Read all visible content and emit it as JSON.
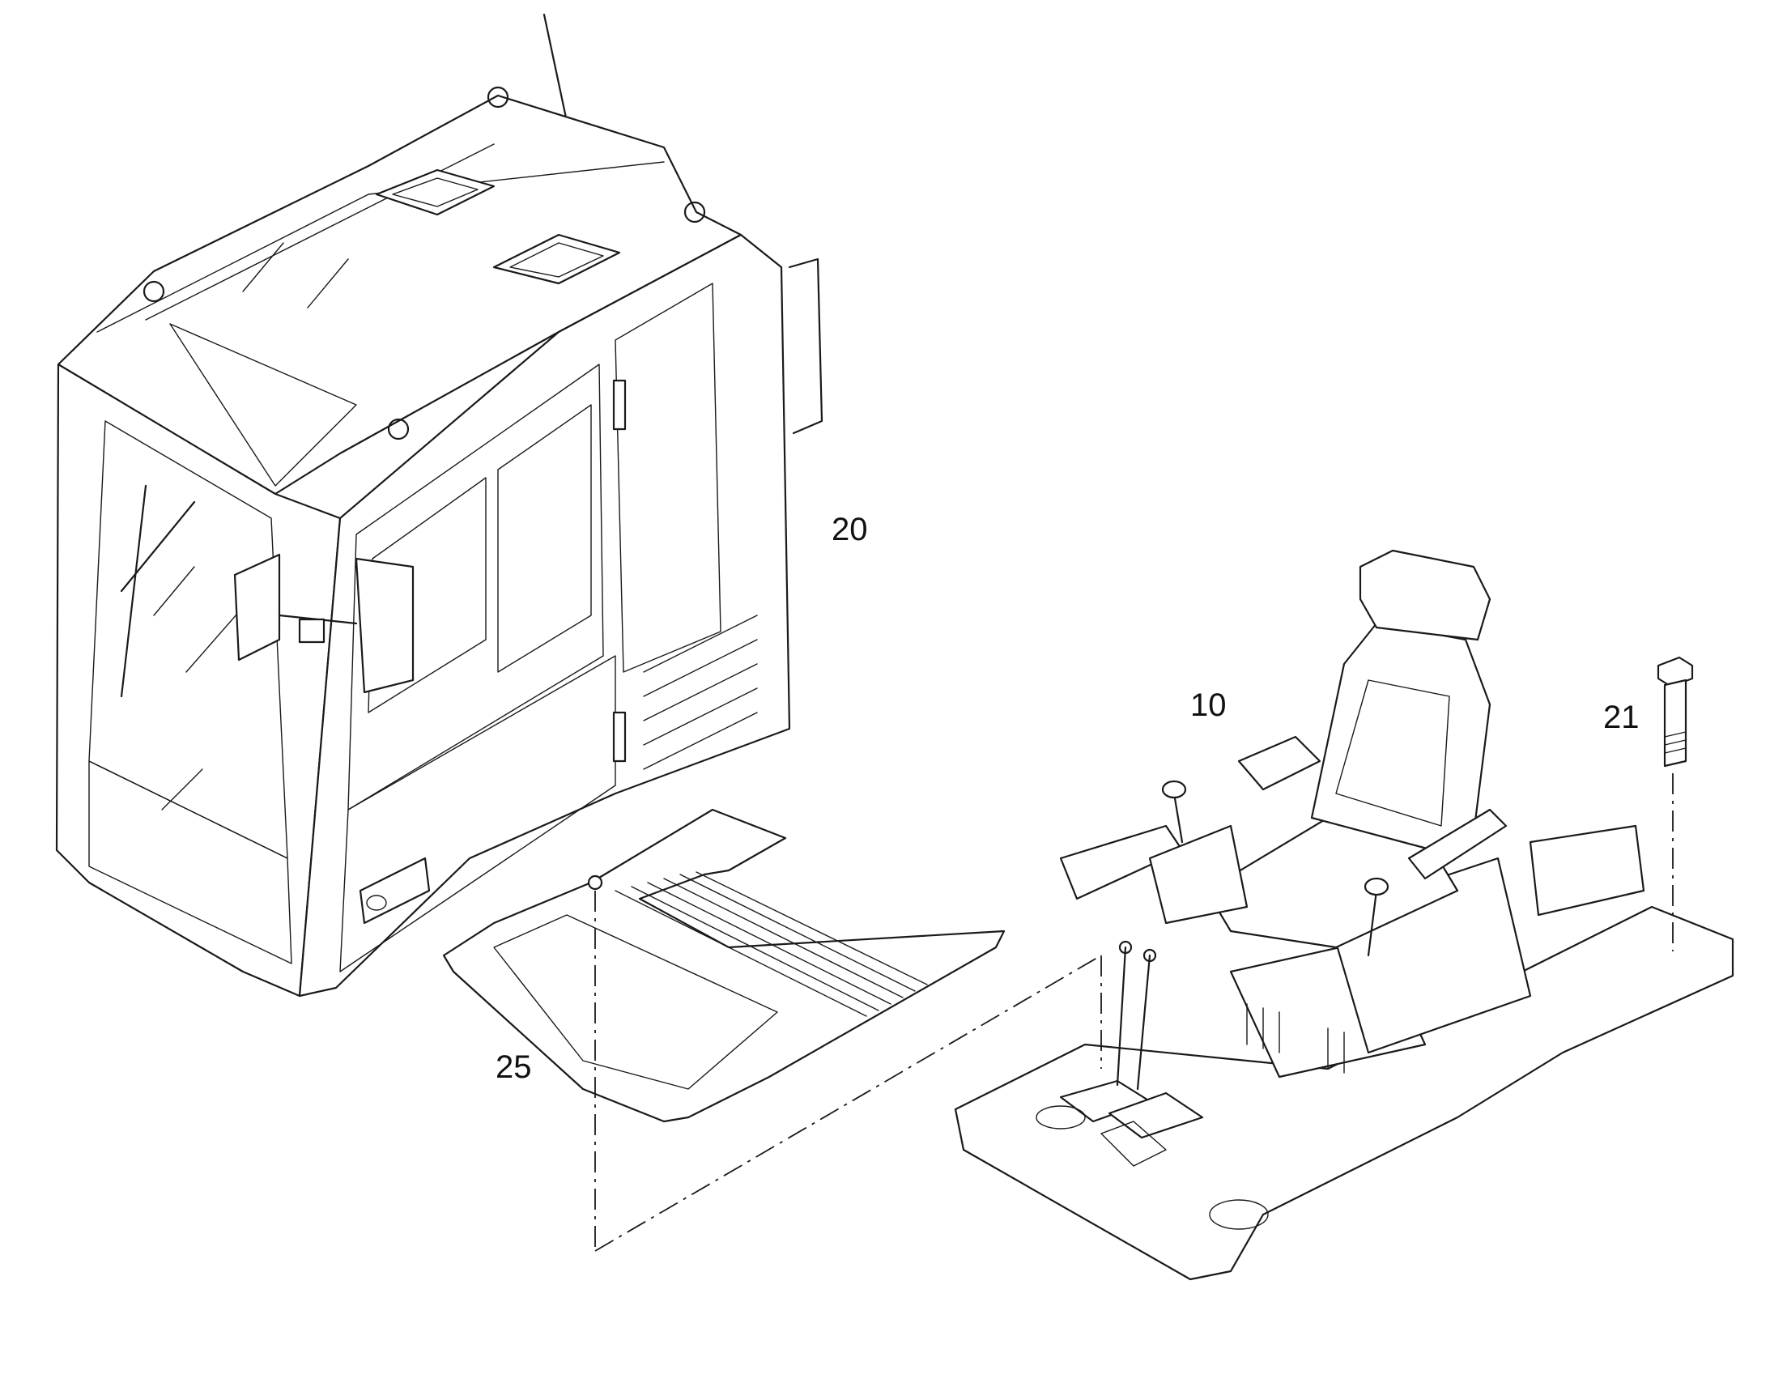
{
  "callouts": {
    "cab": "20",
    "seat": "10",
    "bolt": "21",
    "floor_mat": "25"
  },
  "colors": {
    "line": "#1a1a1a",
    "background": "#ffffff"
  }
}
